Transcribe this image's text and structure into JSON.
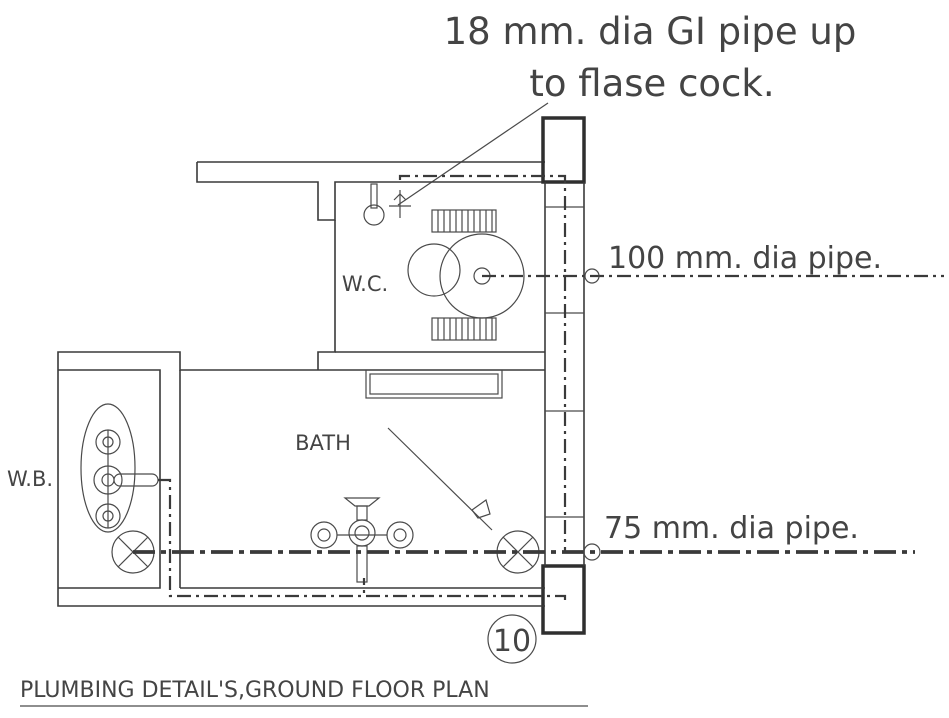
{
  "annotations": {
    "gi_pipe_line1": "18 mm. dia GI pipe up",
    "gi_pipe_line2": "to flase cock.",
    "pipe_100": "100 mm. dia pipe.",
    "pipe_75": "75 mm. dia pipe."
  },
  "rooms": {
    "wc": "W.C.",
    "bath": "BATH",
    "wb": "W.B."
  },
  "detail_number": "10",
  "drawing_title": "PLUMBING DETAIL'S,GROUND FLOOR PLAN"
}
